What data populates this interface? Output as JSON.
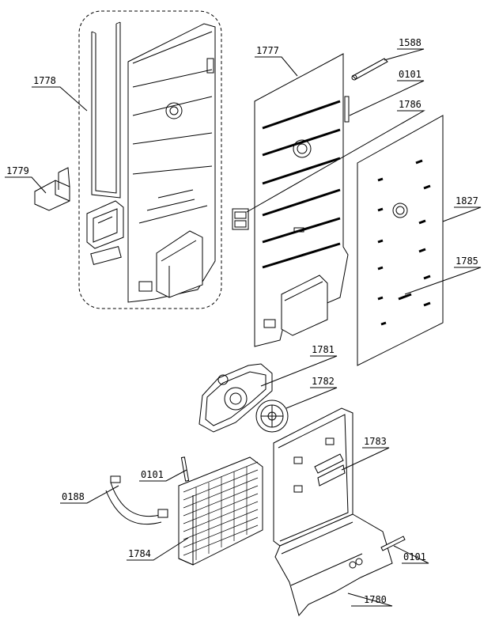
{
  "labels": {
    "l1778": "1778",
    "l1779": "1779",
    "l1777": "1777",
    "l1588": "1588",
    "l0101a": "0101",
    "l1786": "1786",
    "l1827": "1827",
    "l1785": "1785",
    "l1781": "1781",
    "l1782": "1782",
    "l1783": "1783",
    "l0101b": "0101",
    "l0188": "0188",
    "l1784": "1784",
    "l0101c": "0101",
    "l1780": "1780"
  }
}
